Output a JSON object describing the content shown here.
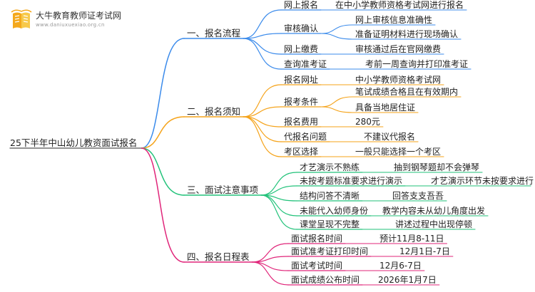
{
  "logo": {
    "title": "大牛教育教师证考试网",
    "subtitle": "www.daniuxuexiao.org.cn",
    "colors": {
      "book": "#f4a81c",
      "wing": "#f7c94a"
    }
  },
  "root": {
    "label": "25下半年中山幼儿教资面试报名"
  },
  "branches": [
    {
      "id": "b1",
      "label": "一、报名流程",
      "color": "#3b8beb",
      "children": [
        {
          "label": "网上报名",
          "leaves": [
            "在中小学教师资格考试网进行报名"
          ]
        },
        {
          "label": "审核确认",
          "leaves": [
            "网上审核信息准确性",
            "准备证明材料进行现场确认"
          ]
        },
        {
          "label": "网上缴费",
          "leaves": [
            "审核通过后在官网缴费"
          ]
        },
        {
          "label": "查询准考证",
          "leaves": [
            "考前一周查询并打印准考证"
          ]
        }
      ]
    },
    {
      "id": "b2",
      "label": "二、报名须知",
      "color": "#f5a31a",
      "children": [
        {
          "label": "报名网址",
          "leaves": [
            "中小学教师资格考试网"
          ]
        },
        {
          "label": "报考条件",
          "leaves": [
            "笔试成绩合格且在有效期内",
            "具备当地居住证"
          ]
        },
        {
          "label": "报名费用",
          "leaves": [
            "280元"
          ]
        },
        {
          "label": "代报名问题",
          "leaves": [
            "不建议代报名"
          ]
        },
        {
          "label": "考区选择",
          "leaves": [
            "一般只能选择一个考区"
          ]
        }
      ]
    },
    {
      "id": "b3",
      "label": "三、面试注意事项",
      "color": "#22c27a",
      "children": [
        {
          "label": "才艺演示不熟练",
          "leaves": [
            "抽到钢琴题却不会弹琴"
          ]
        },
        {
          "label": "未按考题标准要求进行演示",
          "leaves": [
            "才艺演示环节未按要求进行"
          ]
        },
        {
          "label": "结构问答不清晰",
          "leaves": [
            "回答支支吾吾"
          ]
        },
        {
          "label": "未能代入幼师身份",
          "leaves": [
            "教学内容未从幼儿角度出发"
          ]
        },
        {
          "label": "课堂呈现不完整",
          "leaves": [
            "讲述过程中出现停顿"
          ]
        }
      ]
    },
    {
      "id": "b4",
      "label": "四、报名日程表",
      "color": "#e0267a",
      "children": [
        {
          "label": "面试报名时间",
          "leaves": [
            "预计11月8-11日"
          ]
        },
        {
          "label": "面试准考证打印时间",
          "leaves": [
            "12月1日-7日"
          ]
        },
        {
          "label": "面试考试时间",
          "leaves": [
            "12月6-7日"
          ]
        },
        {
          "label": "面试成绩公布时间",
          "leaves": [
            "2026年1月7日"
          ]
        }
      ]
    }
  ]
}
